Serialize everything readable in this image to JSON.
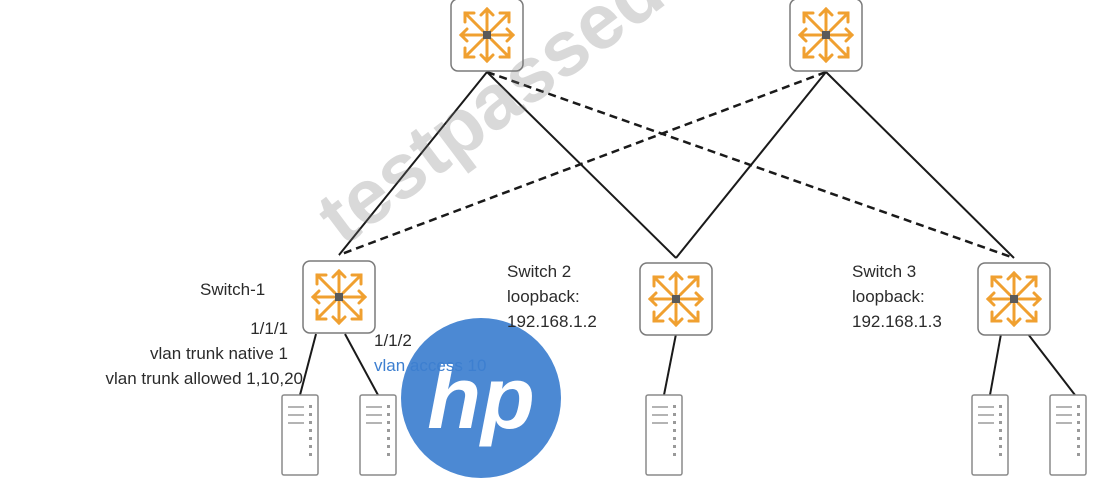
{
  "switches": [
    {
      "id": "spine-1",
      "label": ""
    },
    {
      "id": "spine-2",
      "label": ""
    },
    {
      "id": "switch-1",
      "label": "Switch-1"
    },
    {
      "id": "switch-2",
      "label": "Switch 2",
      "loopback_label": "loopback:",
      "loopback_ip": "192.168.1.2"
    },
    {
      "id": "switch-3",
      "label": "Switch 3",
      "loopback_label": "loopback:",
      "loopback_ip": "192.168.1.3"
    }
  ],
  "switch1_ports": {
    "port_a": "1/1/1",
    "port_a_native": "vlan trunk native 1",
    "port_a_allowed": "vlan trunk allowed 1,10,20",
    "port_b": "1/1/2",
    "port_b_vlan": "vlan access 10"
  },
  "links": {
    "solid": "spine to switch (solid)",
    "dashed": "spine to switch (dashed)"
  },
  "watermark": {
    "text": "testpassed.com",
    "logo_text": "hp"
  },
  "colors": {
    "switch_icon": "#f0a030",
    "switch_icon_center": "#5a5a5a",
    "line": "#1a1a1a",
    "logo": "#3d7fd0",
    "vlan_text": "#3d7fd0"
  }
}
